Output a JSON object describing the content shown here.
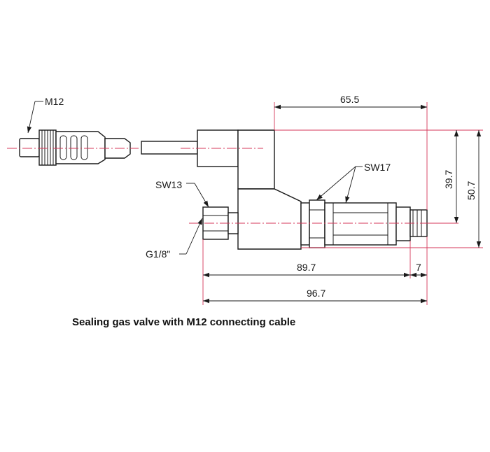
{
  "diagram": {
    "caption": "Sealing gas valve with M12 connecting cable",
    "labels": {
      "m12": "M12",
      "sw13": "SW13",
      "sw17": "SW17",
      "thread": "G1/8\""
    },
    "dimensions": {
      "top_length": "65.5",
      "height_inner": "39.7",
      "height_outer": "50.7",
      "length_body": "89.7",
      "length_nozzle": "7",
      "length_total": "96.7"
    },
    "colors": {
      "line": "#1a1a1a",
      "extension": "#d4375a",
      "centerline": "#d4375a"
    }
  }
}
